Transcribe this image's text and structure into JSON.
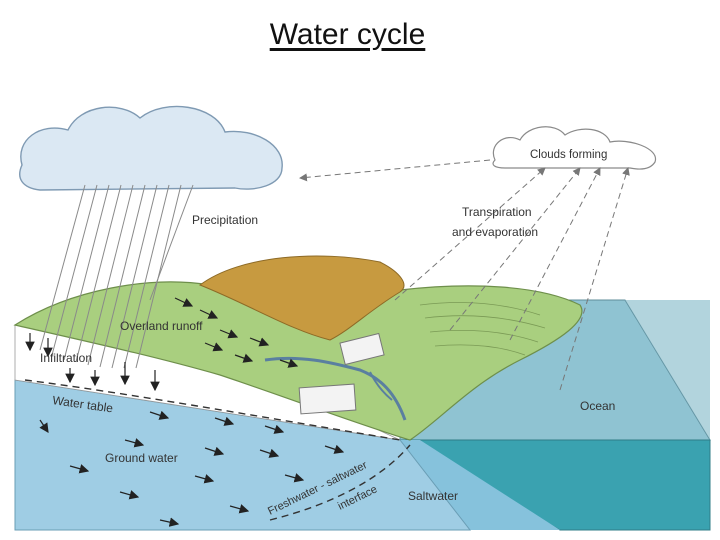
{
  "title": "Water cycle",
  "labels": {
    "clouds_forming": "Clouds forming",
    "precipitation": "Precipitation",
    "transpiration_line1": "Transpiration",
    "transpiration_line2": "and evaporation",
    "overland_runoff": "Overland runoff",
    "infiltration": "Infiltration",
    "water_table": "Water table",
    "ground_water": "Ground water",
    "ocean": "Ocean",
    "saltwater": "Saltwater",
    "interface_line1": "Freshwater - saltwater",
    "interface_line2": "interface"
  },
  "colors": {
    "cloud_fill": "#dbe8f3",
    "cloud_stroke": "#7f9ab3",
    "land_green": "#a9cf7f",
    "field_brown": "#c79a40",
    "groundwater_blue": "#9fcde4",
    "ocean_blue": "#8fc3d2",
    "saltwater_teal": "#3aa2b0"
  }
}
